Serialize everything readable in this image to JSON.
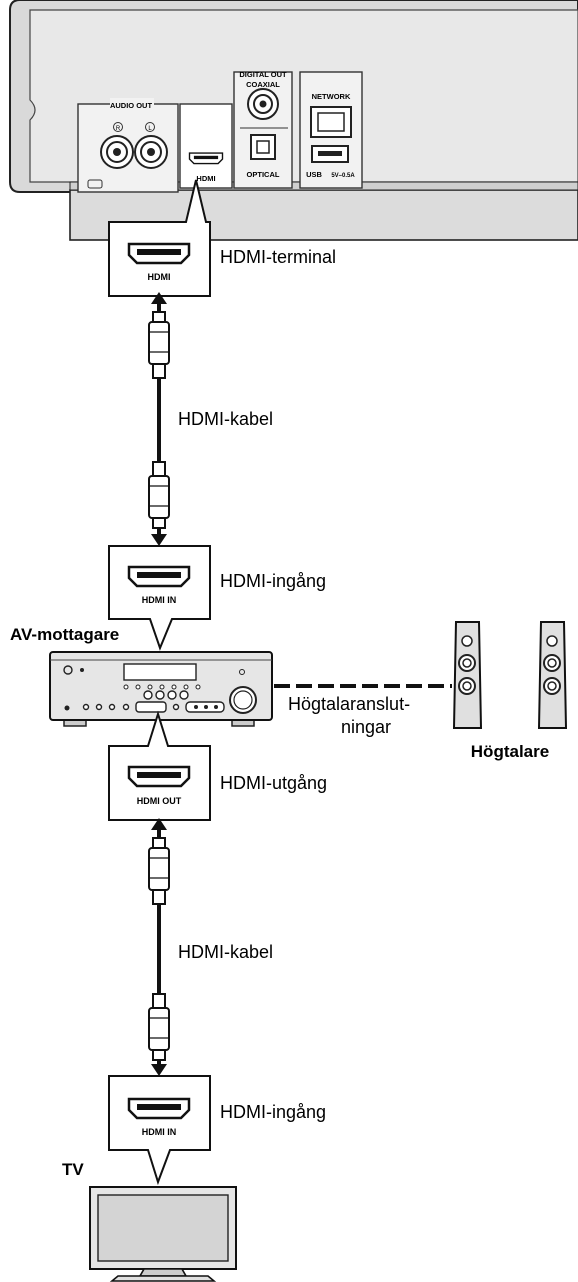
{
  "player": {
    "audio_out": "AUDIO OUT",
    "audio_r": "R",
    "audio_l": "L",
    "hdmi": "HDMI",
    "digital_out": "DIGITAL OUT",
    "coaxial": "COAXIAL",
    "optical": "OPTICAL",
    "network": "NETWORK",
    "usb": "USB",
    "usb_rating": "5V–0.5A"
  },
  "callouts": {
    "player_port": "HDMI",
    "receiver_in": "HDMI IN",
    "receiver_out": "HDMI OUT",
    "tv_in": "HDMI IN"
  },
  "labels": {
    "hdmi_terminal": "HDMI-terminal",
    "hdmi_cable_1": "HDMI-kabel",
    "hdmi_input_1": "HDMI-ingång",
    "av_receiver": "AV-mottagare",
    "speaker_conn_1": "Högtalaranslut-",
    "speaker_conn_2": "ningar",
    "speakers": "Högtalare",
    "hdmi_output": "HDMI-utgång",
    "hdmi_cable_2": "HDMI-kabel",
    "hdmi_input_2": "HDMI-ingång",
    "tv": "TV"
  }
}
